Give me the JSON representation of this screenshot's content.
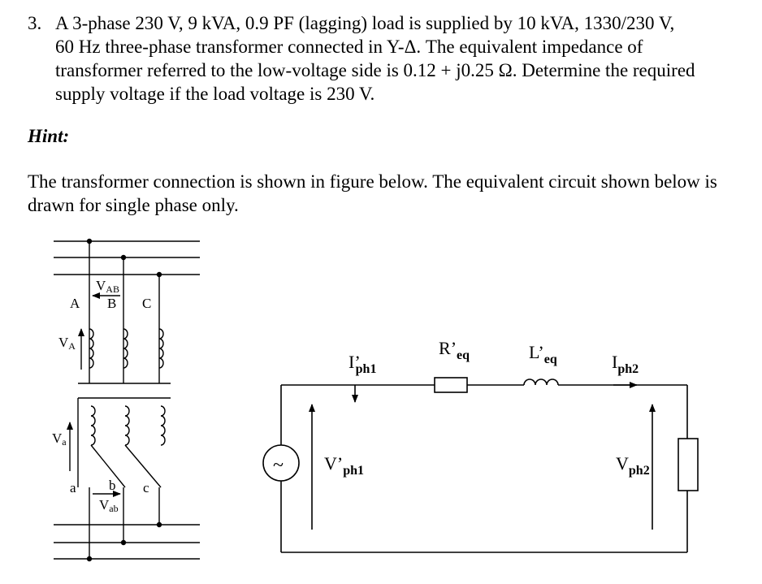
{
  "problem": {
    "number": "3.",
    "lines": [
      "A 3-phase 230 V, 9 kVA, 0.9 PF (lagging) load is supplied by 10 kVA, 1330/230 V,",
      "60 Hz three-phase transformer connected in Y-Δ. The equivalent impedance of",
      "transformer referred to the low-voltage side is 0.12 + j0.25 Ω. Determine the required",
      "supply voltage if the load voltage is 230 V."
    ]
  },
  "hint": "Hint:",
  "paragraph": "The transformer connection is shown in figure below. The equivalent circuit shown below is drawn for single phase only.",
  "transformer_figure": {
    "vab_upper": "V",
    "vab_upper_sub": "AB",
    "node_A": "A",
    "node_B": "B",
    "node_C": "C",
    "va_upper": "V",
    "va_upper_sub": "A",
    "va_lower": "V",
    "va_lower_sub": "a",
    "node_a": "a",
    "node_b": "b",
    "node_c": "c",
    "vab_lower": "V",
    "vab_lower_sub": "ab"
  },
  "equivalent_circuit": {
    "iph1": "I",
    "iph1_sub": "ph1",
    "req": "R",
    "req_sub": "eq",
    "leq": "L",
    "leq_sub": "eq",
    "iph2": "I",
    "iph2_sub": "ph2",
    "vph1": "V",
    "vph1_sub": "ph1",
    "vph2": "V",
    "vph2_sub": "ph2",
    "prime": "’",
    "source_symbol": "~"
  }
}
